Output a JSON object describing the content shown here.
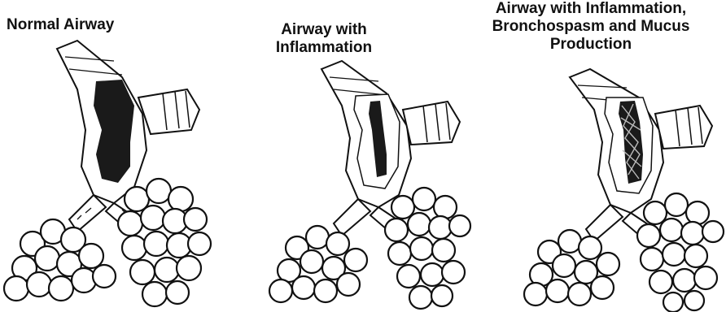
{
  "panels": [
    {
      "id": "normal",
      "label": "Normal Airway",
      "lumen": "wide"
    },
    {
      "id": "inflamed",
      "label_lines": [
        "Airway with",
        "Inflammation"
      ],
      "lumen": "narrowed"
    },
    {
      "id": "bronchospasm",
      "label_lines": [
        "Airway with Inflammation,",
        "Bronchospasm and Mucus",
        "Production"
      ],
      "lumen": "narrowed-with-mucus"
    }
  ],
  "colors": {
    "ink": "#111111",
    "lumen": "#1a1a1a",
    "wall": "#ffffff",
    "mucus": "#bbbbbb"
  }
}
